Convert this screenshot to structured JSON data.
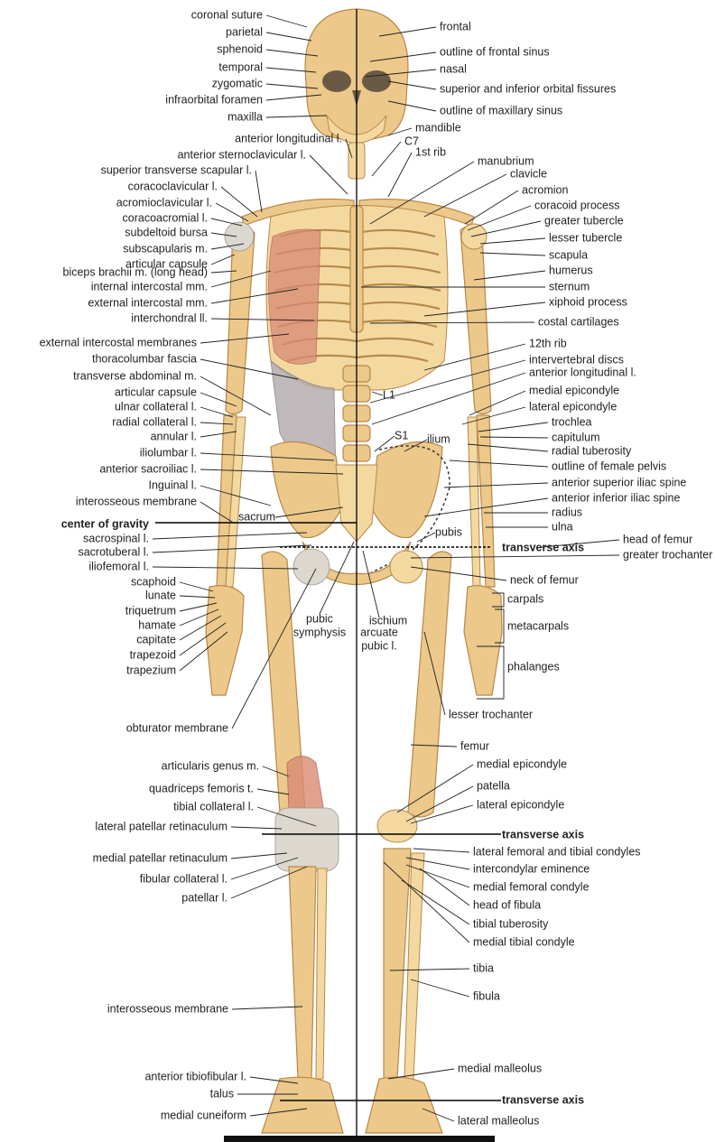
{
  "labels_left": [
    "coronal suture",
    "parietal",
    "sphenoid",
    "temporal",
    "zygomatic",
    "infraorbital foramen",
    "maxilla",
    "anterior longitudinal l.",
    "anterior sternoclavicular l.",
    "superior transverse scapular l.",
    "coracoclavicular l.",
    "acromioclavicular l.",
    "coracoacromial l.",
    "subdeltoid bursa",
    "subscapularis m.",
    "articular capsule",
    "biceps brachii m. (long head)",
    "internal intercostal mm.",
    "external intercostal mm.",
    "interchondral ll.",
    "external intercostal membranes",
    "thoracolumbar fascia",
    "transverse abdominal m.",
    "articular capsule",
    "ulnar collateral l.",
    "radial collateral l.",
    "annular l.",
    "iliolumbar l.",
    "anterior sacroiliac l.",
    "Inguinal l.",
    "interosseous membrane",
    "center of gravity",
    "sacrospinal l.",
    "sacrotuberal l.",
    "iliofemoral l.",
    "scaphoid",
    "lunate",
    "triquetrum",
    "hamate",
    "capitate",
    "trapezoid",
    "trapezium",
    "obturator membrane",
    "articularis genus m.",
    "quadriceps femoris t.",
    "tibial collateral l.",
    "lateral patellar retinaculum",
    "medial patellar retinaculum",
    "fibular collateral l.",
    "patellar l.",
    "interosseous membrane",
    "anterior tibiofibular l.",
    "talus",
    "medial cuneiform"
  ],
  "labels_right": [
    "frontal",
    "outline of frontal sinus",
    "nasal",
    "superior and inferior orbital fissures",
    "outline of maxillary sinus",
    "mandible",
    "C7",
    "1st rib",
    "manubrium",
    "clavicle",
    "acromion",
    "coracoid process",
    "greater tubercle",
    "lesser tubercle",
    "scapula",
    "humerus",
    "sternum",
    "xiphoid process",
    "costal cartilages",
    "12th rib",
    "intervertebral discs",
    "anterior longitudinal l.",
    "medial epicondyle",
    "lateral epicondyle",
    "trochlea",
    "capitulum",
    "radial tuberosity",
    "outline of female pelvis",
    "anterior superior iliac spine",
    "anterior inferior iliac spine",
    "radius",
    "ulna",
    "transverse axis",
    "head of femur",
    "greater trochanter",
    "neck of femur",
    "carpals",
    "metacarpals",
    "phalanges",
    "lesser trochanter",
    "femur",
    "medial epicondyle",
    "patella",
    "lateral epicondyle",
    "transverse axis",
    "lateral femoral and tibial condyles",
    "intercondylar eminence",
    "medial femoral condyle",
    "head of fibula",
    "tibial tuberosity",
    "medial tibial condyle",
    "tibia",
    "fibula",
    "medial malleolus",
    "transverse axis",
    "lateral malleolus"
  ],
  "labels_center": [
    "L1",
    "S1",
    "ilium",
    "sacrum",
    "pubis",
    "pubic",
    "symphysis",
    "ischium",
    "arcuate",
    "pubic l."
  ],
  "colors": {
    "bone": "#ecc98a",
    "muscle": "#d98a74",
    "ligament": "#dcd8cf",
    "membrane": "#b6adb0"
  }
}
